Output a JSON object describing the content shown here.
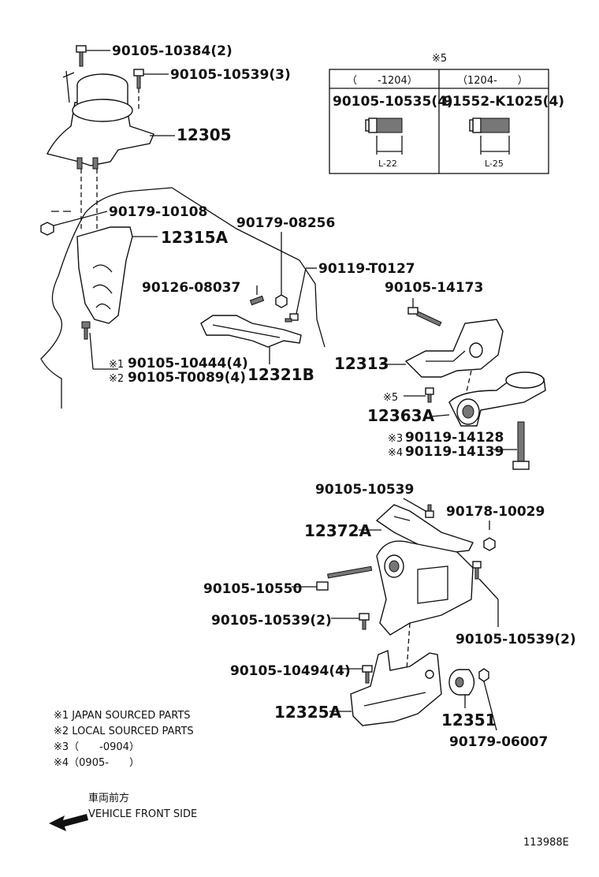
{
  "labels": {
    "p90105_10384": "90105-10384(2)",
    "p90105_10539_3": "90105-10539(3)",
    "p12305": "12305",
    "p90179_10108": "90179-10108",
    "p12315A": "12315A",
    "p90179_08256": "90179-08256",
    "p90119_T0127": "90119-T0127",
    "p90126_08037": "90126-08037",
    "p90105_14173": "90105-14173",
    "p12313": "12313",
    "p12321B": "12321B",
    "p90105_10444": "90105-10444(4)",
    "p90105_T0089": "90105-T0089(4)",
    "p12363A": "12363A",
    "p90119_14128": "90119-14128",
    "p90119_14139": "90119-14139",
    "p90105_10539": "90105-10539",
    "p90178_10029": "90178-10029",
    "p12372A": "12372A",
    "p90105_10550": "90105-10550",
    "p90105_10539_2a": "90105-10539(2)",
    "p90105_10539_2b": "90105-10539(2)",
    "p90105_10494": "90105-10494(4)",
    "p12325A": "12325A",
    "p12351": "12351",
    "p90179_06007": "90179-06007"
  },
  "marks": {
    "m1": "※1",
    "m2": "※2",
    "m3": "※3",
    "m4": "※4",
    "m5": "※5"
  },
  "table": {
    "title": "※5",
    "col1_header": "（　　-1204）",
    "col2_header": "（1204-　　）",
    "col1_part": "90105-10535(4)",
    "col2_part": "91552-K1025(4)",
    "col1_len": "L-22",
    "col2_len": "L-25"
  },
  "legend": {
    "note1": "※1 JAPAN SOURCED PARTS",
    "note2": "※2 LOCAL SOURCED PARTS",
    "note3": "※3（　　-0904）",
    "note4": "※4（0905-　　）"
  },
  "front": {
    "jp": "車両前方",
    "en": "VEHICLE FRONT SIDE"
  },
  "figure_number": "113988E"
}
